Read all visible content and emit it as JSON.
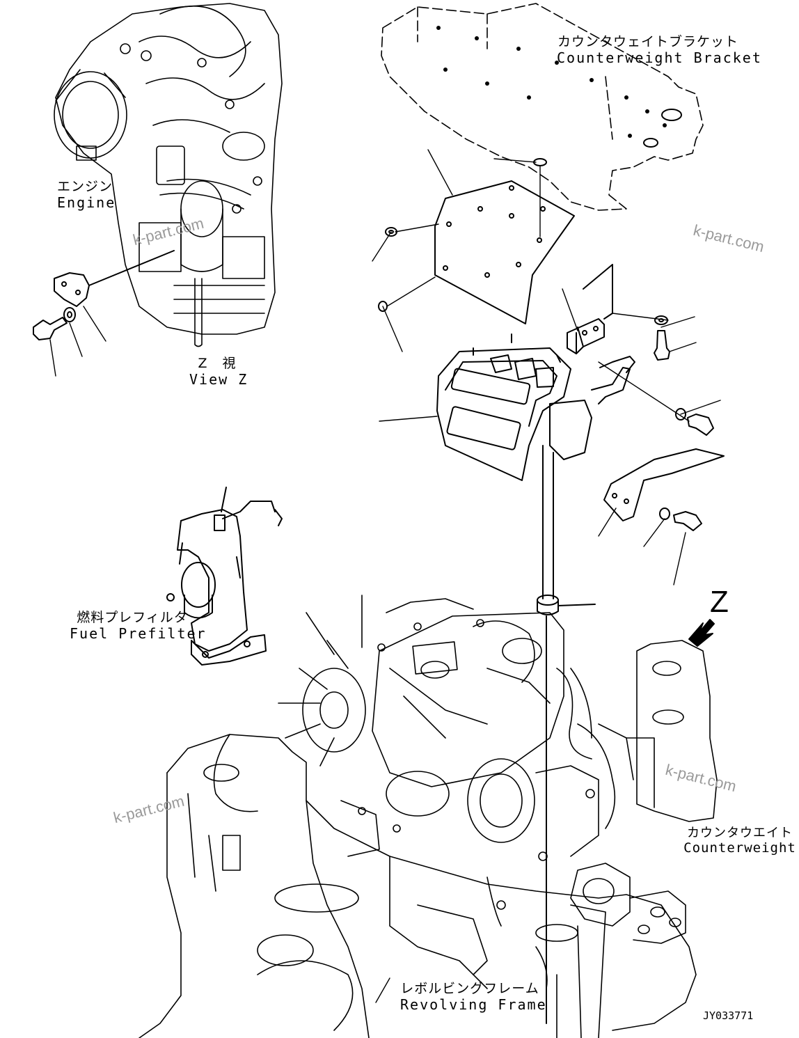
{
  "labels": {
    "counterweight_bracket": {
      "jp": "カウンタウェイトブラケット",
      "en": "Counterweight Bracket"
    },
    "engine": {
      "jp": "エンジン",
      "en": "Engine"
    },
    "view_z": {
      "jp": "Z 視",
      "en": "View Z"
    },
    "fuel_prefilter": {
      "jp": "燃料プレフィルタ",
      "en": "Fuel Prefilter"
    },
    "counterweight": {
      "jp": "カウンタウエイト",
      "en": "Counterweight"
    },
    "revolving_frame": {
      "jp": "レボルビングフレーム",
      "en": "Revolving Frame"
    }
  },
  "view_marker": "Z",
  "drawing_code": "JY033771",
  "watermarks": [
    "k-part.com",
    "k-part.com",
    "k-part.com",
    "k-part.com"
  ]
}
